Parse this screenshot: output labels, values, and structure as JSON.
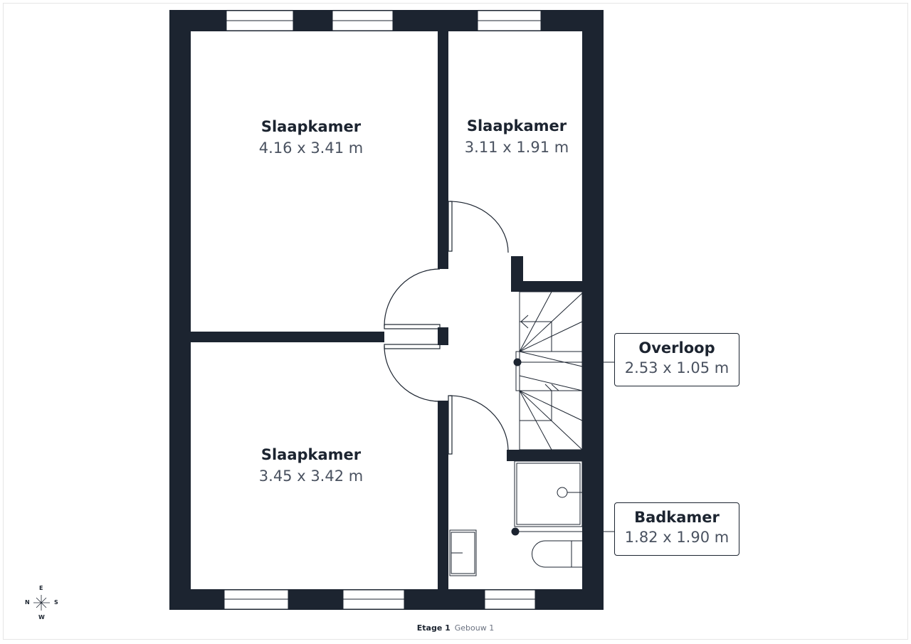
{
  "rooms": [
    {
      "name": "Slaapkamer",
      "dims": "4.16 x 3.41 m"
    },
    {
      "name": "Slaapkamer",
      "dims": "3.11 x 1.91 m"
    },
    {
      "name": "Slaapkamer",
      "dims": "3.45 x 3.42 m"
    },
    {
      "name": "Overloop",
      "dims": "2.53 x 1.05 m"
    },
    {
      "name": "Badkamer",
      "dims": "1.82 x 1.90 m"
    }
  ],
  "caption": {
    "floor": "Etage 1",
    "building": "Gebouw 1"
  },
  "compass": {
    "top": "E",
    "left": "N",
    "right": "S",
    "bottom": "W"
  },
  "colors": {
    "wall": "#1c2430",
    "text_secondary": "#4a5260"
  }
}
